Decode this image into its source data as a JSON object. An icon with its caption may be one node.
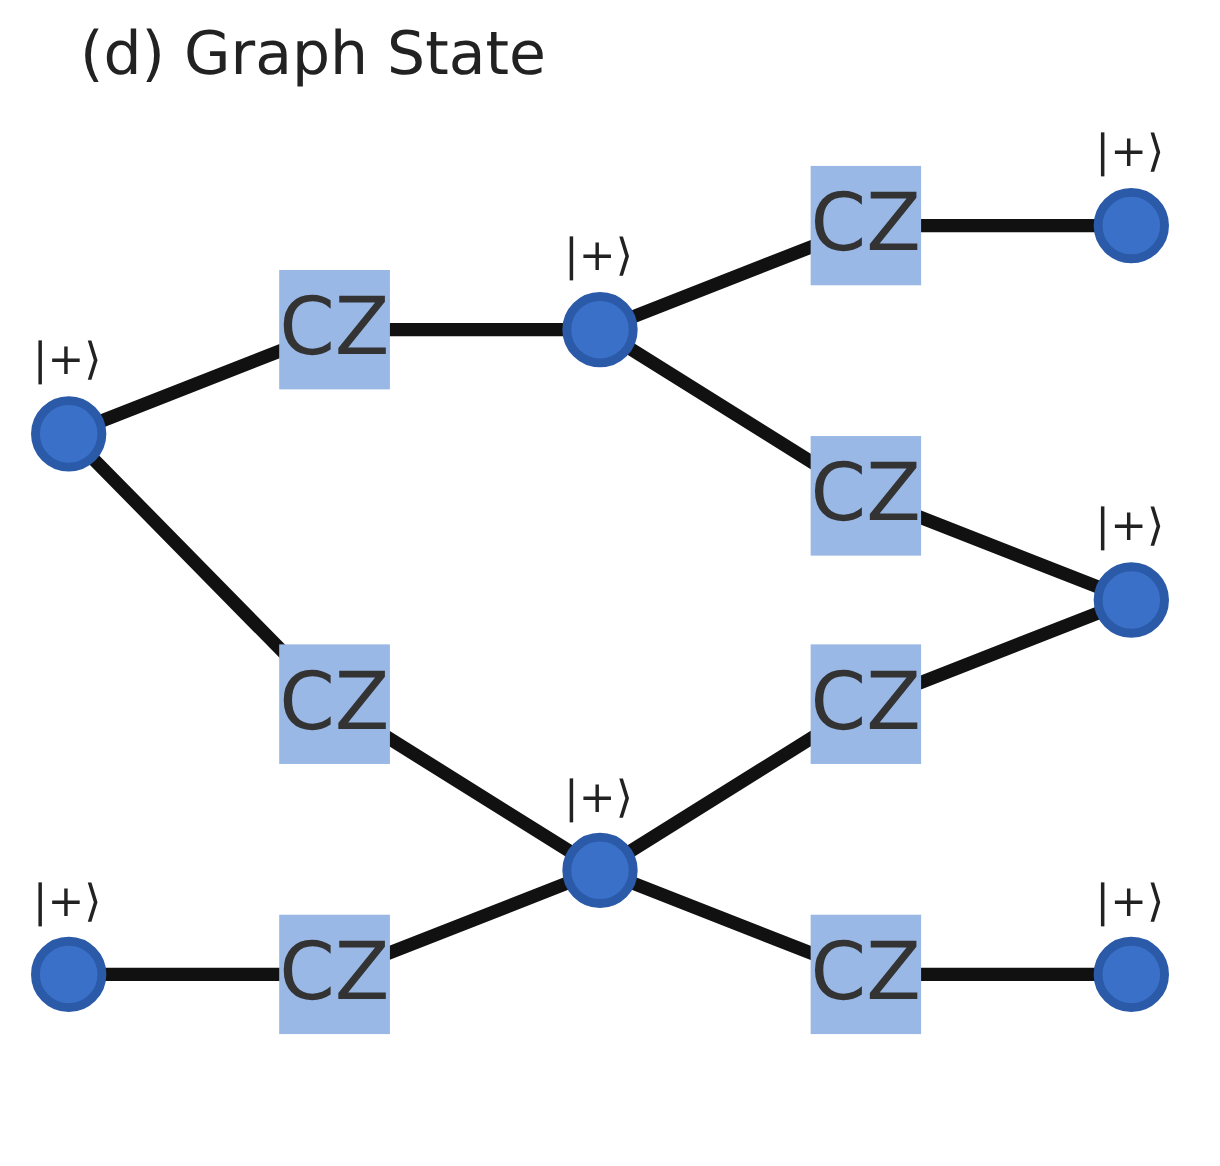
{
  "diagram": {
    "title": "(d) Graph State",
    "nodes": [
      {
        "text": [],
        "shape": "circle",
        "beside": [
          "|+⟩"
        ]
      },
      {
        "text": [],
        "shape": "circle",
        "beside": [
          "|+⟩"
        ]
      },
      {
        "text": [],
        "shape": "circle",
        "beside": [
          "|+⟩"
        ]
      },
      {
        "text": [],
        "shape": "circle",
        "beside": [
          "|+⟩"
        ]
      },
      {
        "text": [],
        "shape": "circle",
        "beside": [
          "|+⟩"
        ]
      },
      {
        "text": [],
        "shape": "circle",
        "beside": [
          "|+⟩"
        ]
      },
      {
        "text": [],
        "shape": "circle",
        "beside": [
          "|+⟩"
        ]
      }
    ],
    "edges": [
      {
        "from": 1,
        "to": 2,
        "arrow": "none",
        "label": "CZ"
      },
      {
        "from": 2,
        "to": 0,
        "arrow": "none",
        "label": "CZ"
      },
      {
        "from": 2,
        "to": 3,
        "arrow": "none",
        "label": "CZ"
      },
      {
        "from": 1,
        "to": 5,
        "arrow": "none",
        "label": "CZ"
      },
      {
        "from": 4,
        "to": 5,
        "arrow": "none",
        "label": "CZ"
      },
      {
        "from": 5,
        "to": 3,
        "arrow": "none",
        "label": "CZ"
      },
      {
        "from": 5,
        "to": 6,
        "arrow": "none",
        "label": "CZ"
      }
    ]
  }
}
